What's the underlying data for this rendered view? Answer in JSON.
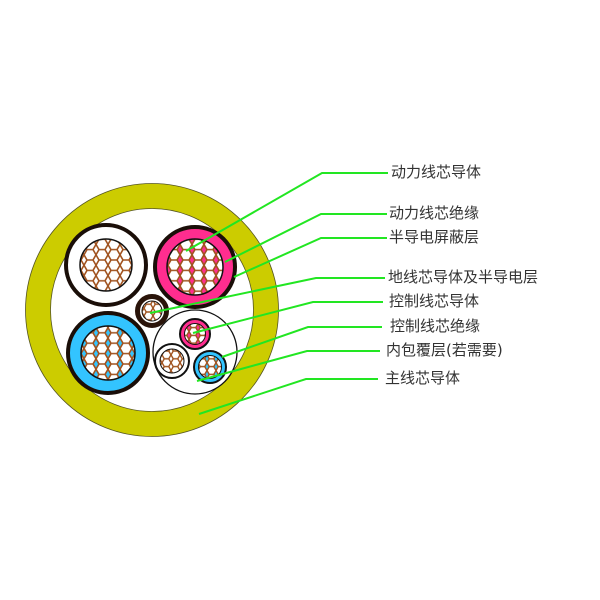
{
  "diagram": {
    "title": "",
    "colors": {
      "outer_sheath": "#cccc00",
      "conductor_wire": "#a0521e",
      "power_insulation_pink": "#ff2d8f",
      "power_insulation_blue": "#33c4ff",
      "outline": "#1a0e08",
      "leader_line": "#22e622",
      "text": "#333333"
    },
    "labels": [
      {
        "id": "power-conductor",
        "text": "动力线芯导体"
      },
      {
        "id": "power-insulation",
        "text": "动力线芯绝缘"
      },
      {
        "id": "semiconductive-screen",
        "text": "半导电屏蔽层"
      },
      {
        "id": "earth-conductor",
        "text": "地线芯导体及半导电层"
      },
      {
        "id": "control-conductor",
        "text": "控制线芯导体"
      },
      {
        "id": "control-insulation",
        "text": "控制线芯绝缘"
      },
      {
        "id": "inner-covering",
        "text": "内包覆层(若需要)"
      },
      {
        "id": "main-conductor",
        "text": "主线芯导体"
      }
    ]
  }
}
